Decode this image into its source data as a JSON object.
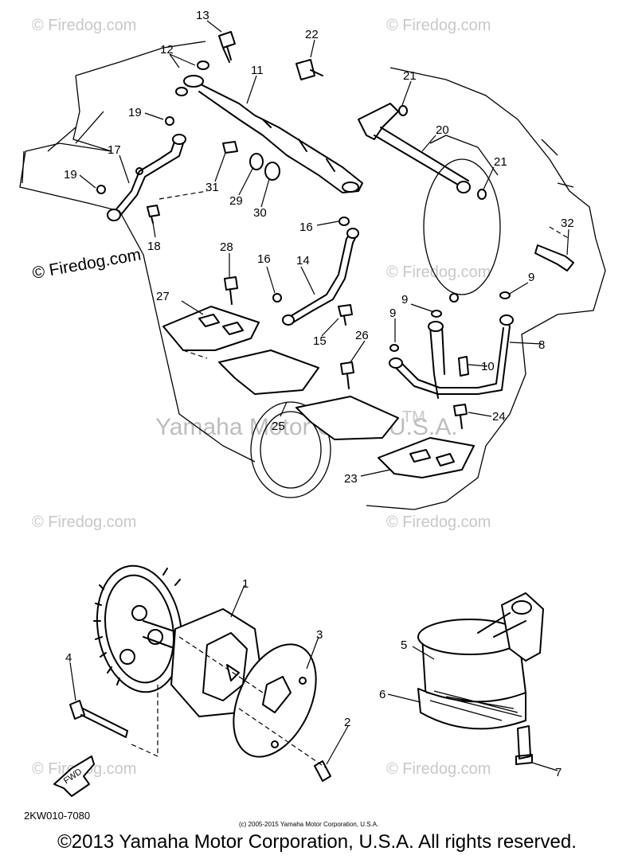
{
  "callouts": {
    "n1": "1",
    "n2": "2",
    "n3": "3",
    "n4": "4",
    "n5": "5",
    "n6": "6",
    "n7": "7",
    "n8": "8",
    "n9": "9",
    "n10": "10",
    "n11": "11",
    "n12": "12",
    "n13": "13",
    "n14": "14",
    "n15": "15",
    "n16": "16",
    "n17": "17",
    "n18": "18",
    "n19": "19",
    "n20": "20",
    "n21": "21",
    "n22": "22",
    "n23": "23",
    "n24": "24",
    "n25": "25",
    "n26": "26",
    "n27": "27",
    "n28": "28",
    "n29": "29",
    "n30": "30",
    "n31": "31",
    "n32": "32"
  },
  "watermarks": {
    "firedog": "© Firedog.com",
    "yamaha": "Yamaha Motor Corp., U.S.A.",
    "tm": "TM"
  },
  "fwd_label": "FWD",
  "drawing_code": "2KW010-7080",
  "small_copyright": "(c) 2005-2015 Yamaha Motor Corporation, U.S.A.",
  "main_copyright": "©2013 Yamaha Motor Corporation, U.S.A. All rights reserved."
}
